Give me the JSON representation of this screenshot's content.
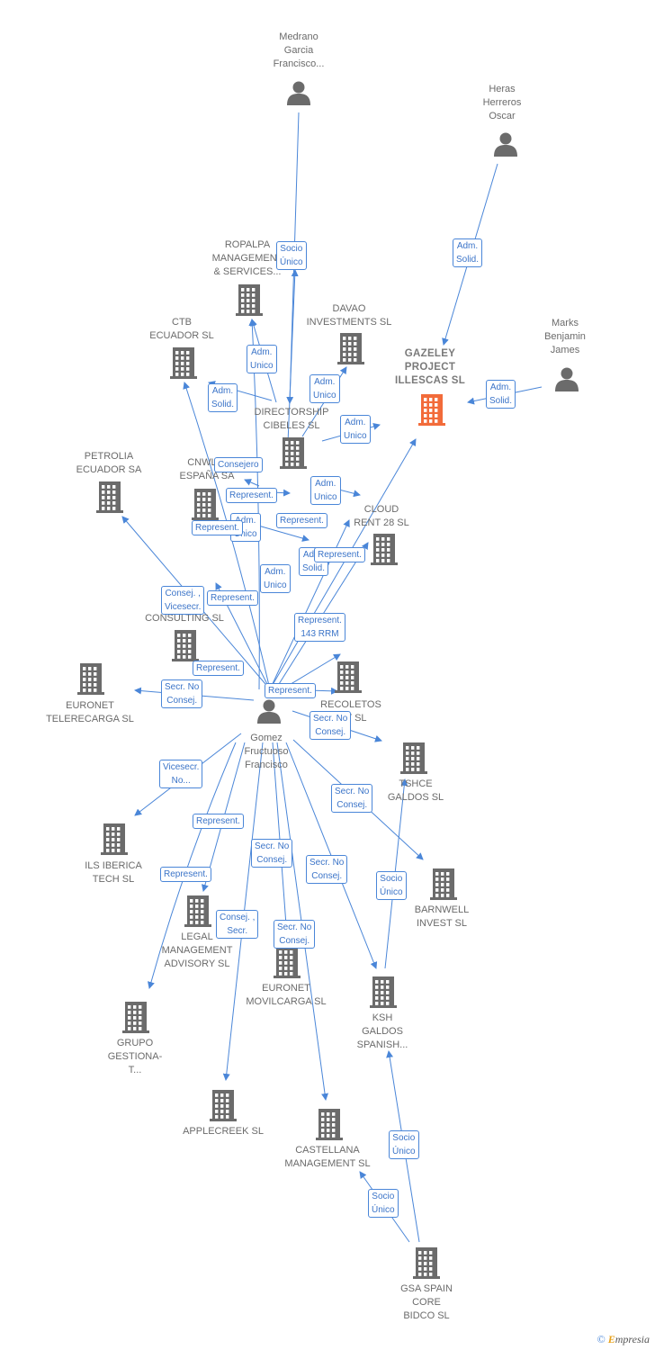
{
  "colors": {
    "edge": "#4a86d8",
    "node": "#6b6b6b",
    "highlight": "#f26b3a"
  },
  "nodes": [
    {
      "id": "medrano",
      "type": "person",
      "label": "Medrano\nGarcia\nFrancisco..."
    },
    {
      "id": "heras",
      "type": "person",
      "label": "Heras\nHerreros\nOscar"
    },
    {
      "id": "marks",
      "type": "person",
      "label": "Marks\nBenjamin\nJames"
    },
    {
      "id": "gomez",
      "type": "person",
      "label": "Gomez\nFructuoso\nFrancisco"
    },
    {
      "id": "gazeley",
      "type": "company",
      "highlight": true,
      "label": "GAZELEY\nPROJECT\nILLESCAS  SL"
    },
    {
      "id": "ropalpa",
      "type": "company",
      "label": "ROPALPA\nMANAGEMENT\n& SERVICES..."
    },
    {
      "id": "davao",
      "type": "company",
      "label": "DAVAO\nINVESTMENTS SL"
    },
    {
      "id": "ctb",
      "type": "company",
      "label": "CTB\nECUADOR  SL"
    },
    {
      "id": "directorship",
      "type": "company",
      "label": "DIRECTORSHIP\nCIBELES SL"
    },
    {
      "id": "petrolia",
      "type": "company",
      "label": "PETROLIA\nECUADOR SA"
    },
    {
      "id": "cnwl",
      "type": "company",
      "label": "CNWL O\nESPAÑA SA"
    },
    {
      "id": "cloud",
      "type": "company",
      "label": "CLOUD\nRENT 28  SL"
    },
    {
      "id": "inv",
      "type": "company",
      "label": "INV\nCONSULTING SL"
    },
    {
      "id": "euronet_tele",
      "type": "company",
      "label": "EURONET\nTELERECARGA SL"
    },
    {
      "id": "recoletos",
      "type": "company",
      "label": "RECOLETOS\nM            T SL"
    },
    {
      "id": "tshce",
      "type": "company",
      "label": "TSHCE\nGALDOS  SL"
    },
    {
      "id": "ils",
      "type": "company",
      "label": "ILS IBERICA\nTECH  SL"
    },
    {
      "id": "barnwell",
      "type": "company",
      "label": "BARNWELL\nINVEST  SL"
    },
    {
      "id": "legal",
      "type": "company",
      "label": "LEGAL\nMANAGEMENT\nADVISORY  SL"
    },
    {
      "id": "euronet_movil",
      "type": "company",
      "label": "EURONET\nMOVILCARGA SL"
    },
    {
      "id": "ksh",
      "type": "company",
      "label": "KSH\nGALDOS\nSPANISH..."
    },
    {
      "id": "grupo",
      "type": "company",
      "label": "GRUPO\nGESTIONA-\nT..."
    },
    {
      "id": "applecreek",
      "type": "company",
      "label": "APPLECREEK SL"
    },
    {
      "id": "castellana",
      "type": "company",
      "label": "CASTELLANA\nMANAGEMENT SL"
    },
    {
      "id": "gsa",
      "type": "company",
      "label": "GSA SPAIN\nCORE\nBIDCO  SL"
    }
  ],
  "edges": [
    {
      "id": "e1",
      "label": "Socio\nÚnico"
    },
    {
      "id": "e2",
      "label": "Adm.\nSolid."
    },
    {
      "id": "e3",
      "label": "Adm.\nSolid."
    },
    {
      "id": "e4",
      "label": "Adm.\nUnico"
    },
    {
      "id": "e5",
      "label": "Adm.\nSolid."
    },
    {
      "id": "e6",
      "label": "Adm.\nUnico"
    },
    {
      "id": "e7",
      "label": "Adm.\nUnico"
    },
    {
      "id": "e8",
      "label": "Consejero"
    },
    {
      "id": "e9",
      "label": "Represent."
    },
    {
      "id": "e10",
      "label": "Adm.\nUnico"
    },
    {
      "id": "e11",
      "label": "Adm.\nUnico"
    },
    {
      "id": "e12",
      "label": "Represent."
    },
    {
      "id": "e13",
      "label": "Represent."
    },
    {
      "id": "e14",
      "label": "Adm.\nSolid."
    },
    {
      "id": "e15",
      "label": "Represent."
    },
    {
      "id": "e16",
      "label": "Adm.\nUnico"
    },
    {
      "id": "e17",
      "label": "Represent."
    },
    {
      "id": "e18",
      "label": "Consej. ,\nVicesecr."
    },
    {
      "id": "e19",
      "label": "Represent.\n143 RRM"
    },
    {
      "id": "e20",
      "label": "Represent."
    },
    {
      "id": "e21",
      "label": "Secr.  No\nConsej."
    },
    {
      "id": "e22",
      "label": "Represent."
    },
    {
      "id": "e23",
      "label": "Secr.  No\nConsej."
    },
    {
      "id": "e24",
      "label": "Vicesecr.\nNo..."
    },
    {
      "id": "e25",
      "label": "Secr.  No\nConsej."
    },
    {
      "id": "e26",
      "label": "Represent."
    },
    {
      "id": "e27",
      "label": "Socio\nÚnico"
    },
    {
      "id": "e28",
      "label": "Secr.  No\nConsej."
    },
    {
      "id": "e29",
      "label": "Secr.  No\nConsej."
    },
    {
      "id": "e30",
      "label": "Represent."
    },
    {
      "id": "e31",
      "label": "Consej. ,\nSecr."
    },
    {
      "id": "e32",
      "label": "Secr.  No\nConsej."
    },
    {
      "id": "e33",
      "label": "Socio\nÚnico"
    },
    {
      "id": "e34",
      "label": "Socio\nÚnico"
    }
  ],
  "brand": {
    "symbol": "©",
    "first": "E",
    "rest": "mpresia"
  }
}
